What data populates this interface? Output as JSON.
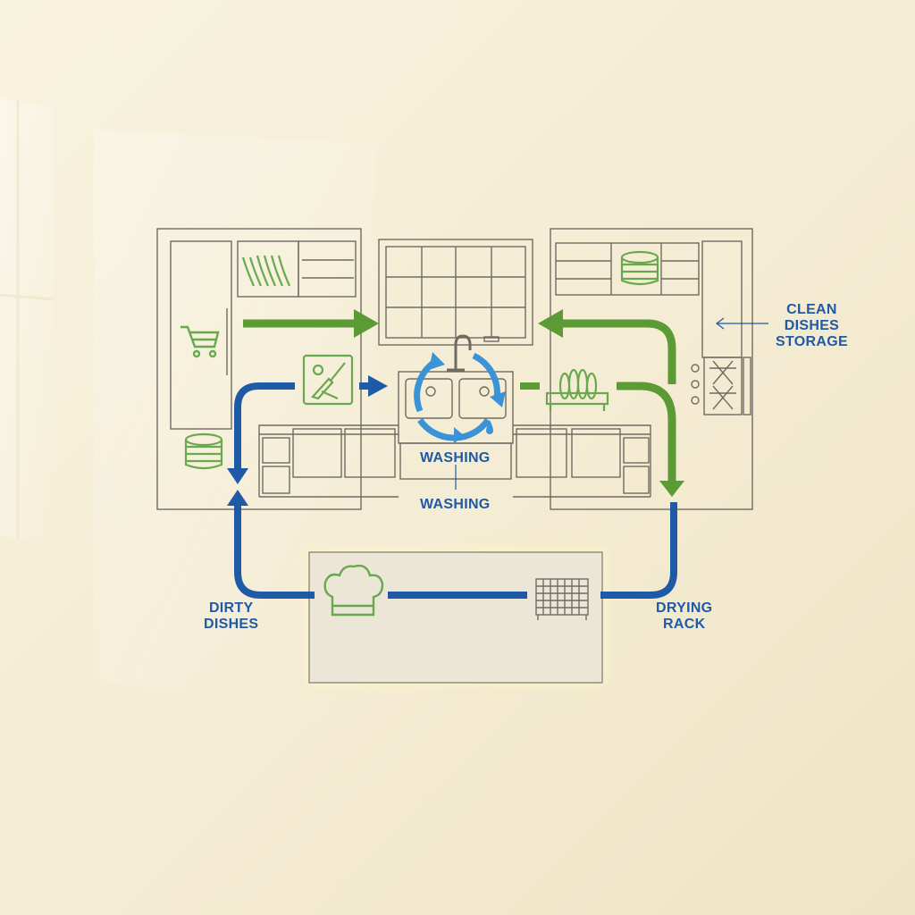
{
  "labels": {
    "clean_storage": [
      "CLEAN",
      "DISHES",
      "STORAGE"
    ],
    "washing_upper": "WASHING",
    "washing_lower": "WASHING",
    "dirty_dishes": [
      "DIRTY",
      "DISHES"
    ],
    "drying_rack": [
      "DRYING",
      "RACK"
    ]
  },
  "icons": [
    "shopping-cart-icon",
    "utensils-icon",
    "cutting-board-knife-icon",
    "stacked-plates-icon",
    "faucet-icon",
    "water-drop-icon",
    "recycle-arrows-icon",
    "dish-rack-icon",
    "chef-hat-icon",
    "wire-rack-icon",
    "stove-icon"
  ],
  "colors": {
    "flow_blue": "#1f5aa6",
    "flow_green": "#5b9a34",
    "icon_green": "#6aa84f",
    "cycle_blue": "#3a93d6",
    "line": "#6f6b63",
    "background": "#f6efd9",
    "island_fill": "#ece6d6"
  }
}
